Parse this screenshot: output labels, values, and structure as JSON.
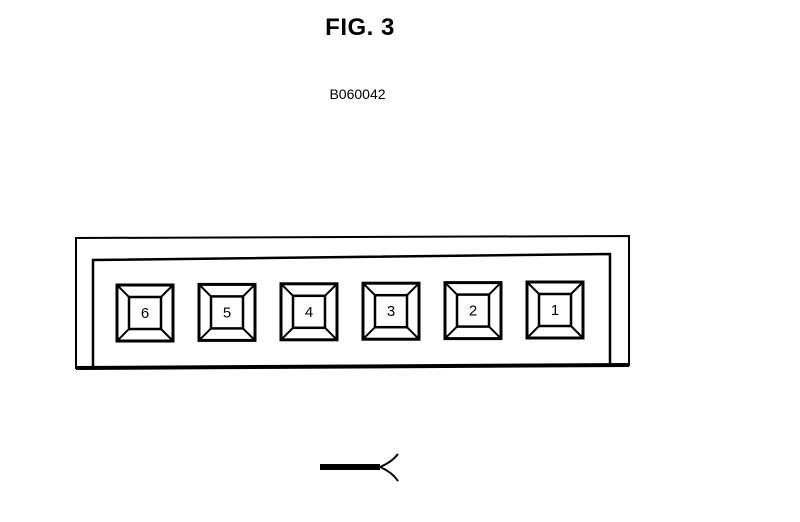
{
  "figure": {
    "title": "FIG. 3",
    "code": "B060042"
  },
  "connector": {
    "pins": [
      "6",
      "5",
      "4",
      "3",
      "2",
      "1"
    ]
  },
  "icons": {
    "harness": "wire-harness-icon"
  }
}
